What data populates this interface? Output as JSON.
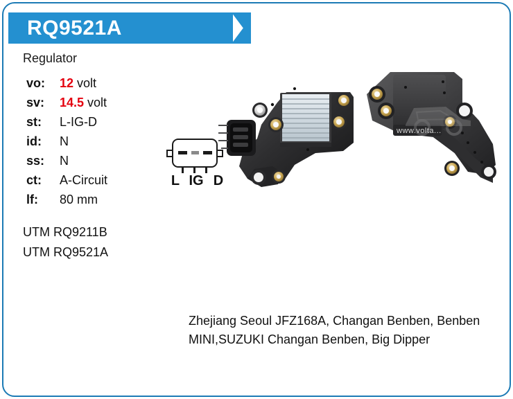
{
  "header": {
    "part_number": "RQ9521A",
    "banner_color": "#2490d0",
    "border_color": "#1b7ab5"
  },
  "product": {
    "category": "Regulator",
    "specs": [
      {
        "key": "vo:",
        "value_highlight": "12",
        "value_rest": " volt"
      },
      {
        "key": "sv:",
        "value_highlight": "14.5",
        "value_rest": " volt"
      },
      {
        "key": "st:",
        "value_highlight": "",
        "value_rest": "L-IG-D"
      },
      {
        "key": "id:",
        "value_highlight": "",
        "value_rest": "N"
      },
      {
        "key": "ss:",
        "value_highlight": "",
        "value_rest": "N"
      },
      {
        "key": "ct:",
        "value_highlight": "",
        "value_rest": "A-Circuit"
      },
      {
        "key": "lf:",
        "value_highlight": "",
        "value_rest": "80 mm"
      }
    ],
    "highlight_color": "#e4000f",
    "references": [
      "UTM RQ9211B",
      "UTM RQ9521A"
    ]
  },
  "connector": {
    "terminals": [
      "L",
      "IG",
      "D"
    ]
  },
  "watermark": {
    "text": "www.volta..."
  },
  "applications": {
    "text": "Zhejiang Seoul JFZ168A, Changan Benben, Benben MINI,SUZUKI Changan Benben, Big Dipper"
  }
}
